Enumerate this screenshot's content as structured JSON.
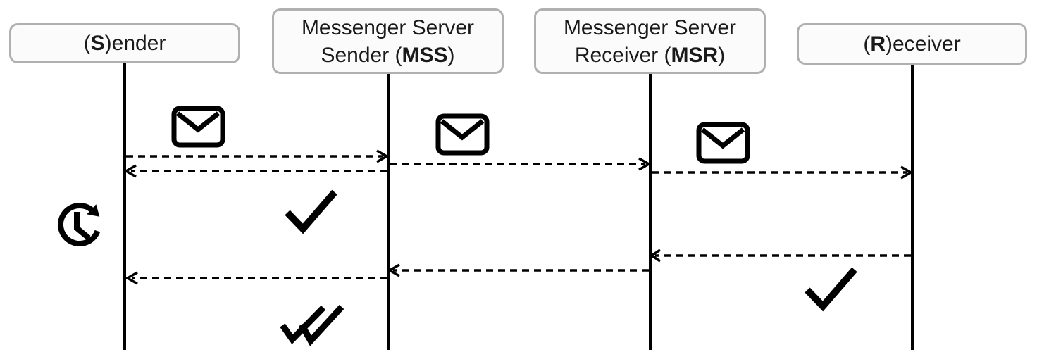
{
  "diagram": {
    "type": "sequence-diagram",
    "title": "Message delivery flow between Sender, Messenger Servers and Receiver",
    "actors": [
      {
        "id": "sender",
        "label": "(S)ender",
        "parts": {
          "pre": "(",
          "bold": "S",
          "post": ")ender"
        }
      },
      {
        "id": "mss",
        "label": "Messenger Server Sender (MSS)",
        "line1": "Messenger Server",
        "line2": {
          "pre": "Sender (",
          "bold": "MSS",
          "post": ")"
        }
      },
      {
        "id": "msr",
        "label": "Messenger Server Receiver (MSR)",
        "line1": "Messenger Server",
        "line2": {
          "pre": "Receiver (",
          "bold": "MSR",
          "post": ")"
        }
      },
      {
        "id": "receiver",
        "label": "(R)eceiver",
        "parts": {
          "pre": "(",
          "bold": "R",
          "post": ")eceiver"
        }
      }
    ],
    "messages": [
      {
        "from": "sender",
        "to": "mss",
        "style": "dashed",
        "icon": "message-envelope-icon"
      },
      {
        "from": "mss",
        "to": "sender",
        "style": "dashed",
        "icon": null
      },
      {
        "from": "mss",
        "to": "msr",
        "style": "dashed",
        "icon": "message-envelope-icon"
      },
      {
        "from": "msr",
        "to": "receiver",
        "style": "dashed",
        "icon": "message-envelope-icon"
      },
      {
        "from": "receiver",
        "to": "msr",
        "style": "dashed",
        "icon": null
      },
      {
        "from": "msr",
        "to": "mss",
        "style": "dashed",
        "icon": null
      },
      {
        "from": "mss",
        "to": "sender",
        "style": "dashed",
        "icon": null
      }
    ],
    "status_icons": [
      {
        "name": "pending-clock-icon",
        "meaning": "waiting / pending",
        "near": "sender"
      },
      {
        "name": "single-check-icon",
        "meaning": "sent to server",
        "near": "mss"
      },
      {
        "name": "single-check-icon",
        "meaning": "delivered",
        "near": "receiver"
      },
      {
        "name": "double-check-icon",
        "meaning": "delivered to receiver",
        "near": "mss"
      }
    ],
    "colors": {
      "background": "#ffffff",
      "stroke": "#000000",
      "box_fill": "#fbfbfb",
      "box_border": "#b0b0b0",
      "text": "#1a1a1a"
    }
  }
}
